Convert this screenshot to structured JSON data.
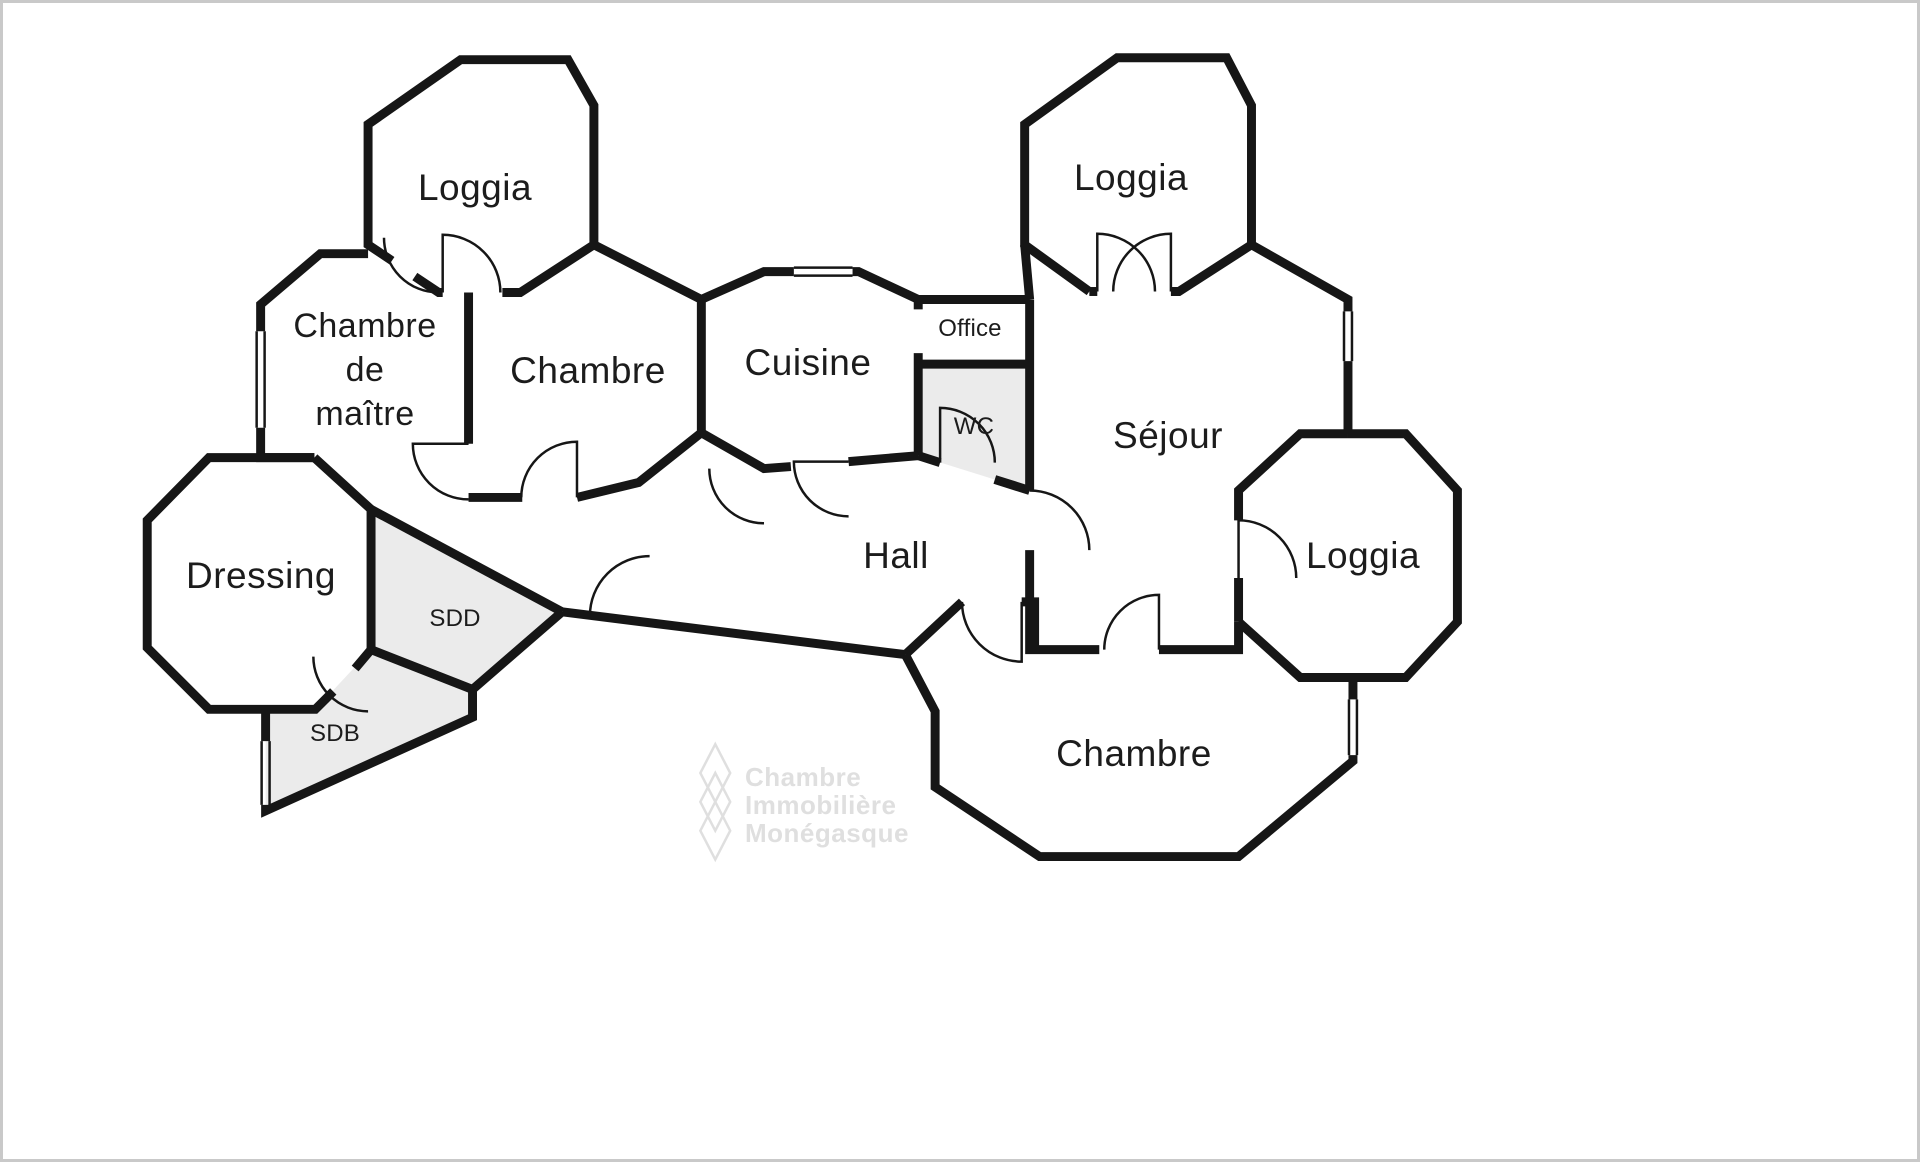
{
  "plan": {
    "rooms": {
      "loggia_tl": {
        "label": "Loggia"
      },
      "chambre_maitre": {
        "lines": [
          "Chambre",
          "de",
          "maître"
        ]
      },
      "chambre_top": {
        "label": "Chambre"
      },
      "cuisine": {
        "label": "Cuisine"
      },
      "office": {
        "label": "Office"
      },
      "wc": {
        "label": "WC"
      },
      "sejour": {
        "label": "Séjour"
      },
      "loggia_tr": {
        "label": "Loggia"
      },
      "loggia_right": {
        "label": "Loggia"
      },
      "dressing": {
        "label": "Dressing"
      },
      "sdd": {
        "label": "SDD"
      },
      "sdb": {
        "label": "SDB"
      },
      "hall": {
        "label": "Hall"
      },
      "chambre_bottom": {
        "label": "Chambre"
      }
    },
    "watermark": {
      "lines": [
        "Chambre",
        "Immobilière",
        "Monégasque"
      ]
    },
    "colors": {
      "wall": "#161616",
      "ink": "#1c1c1c",
      "shaded_room": "#ebebeb",
      "watermark": "#dfdfdf",
      "frame": "#c9c9c9",
      "background": "#ffffff"
    }
  }
}
